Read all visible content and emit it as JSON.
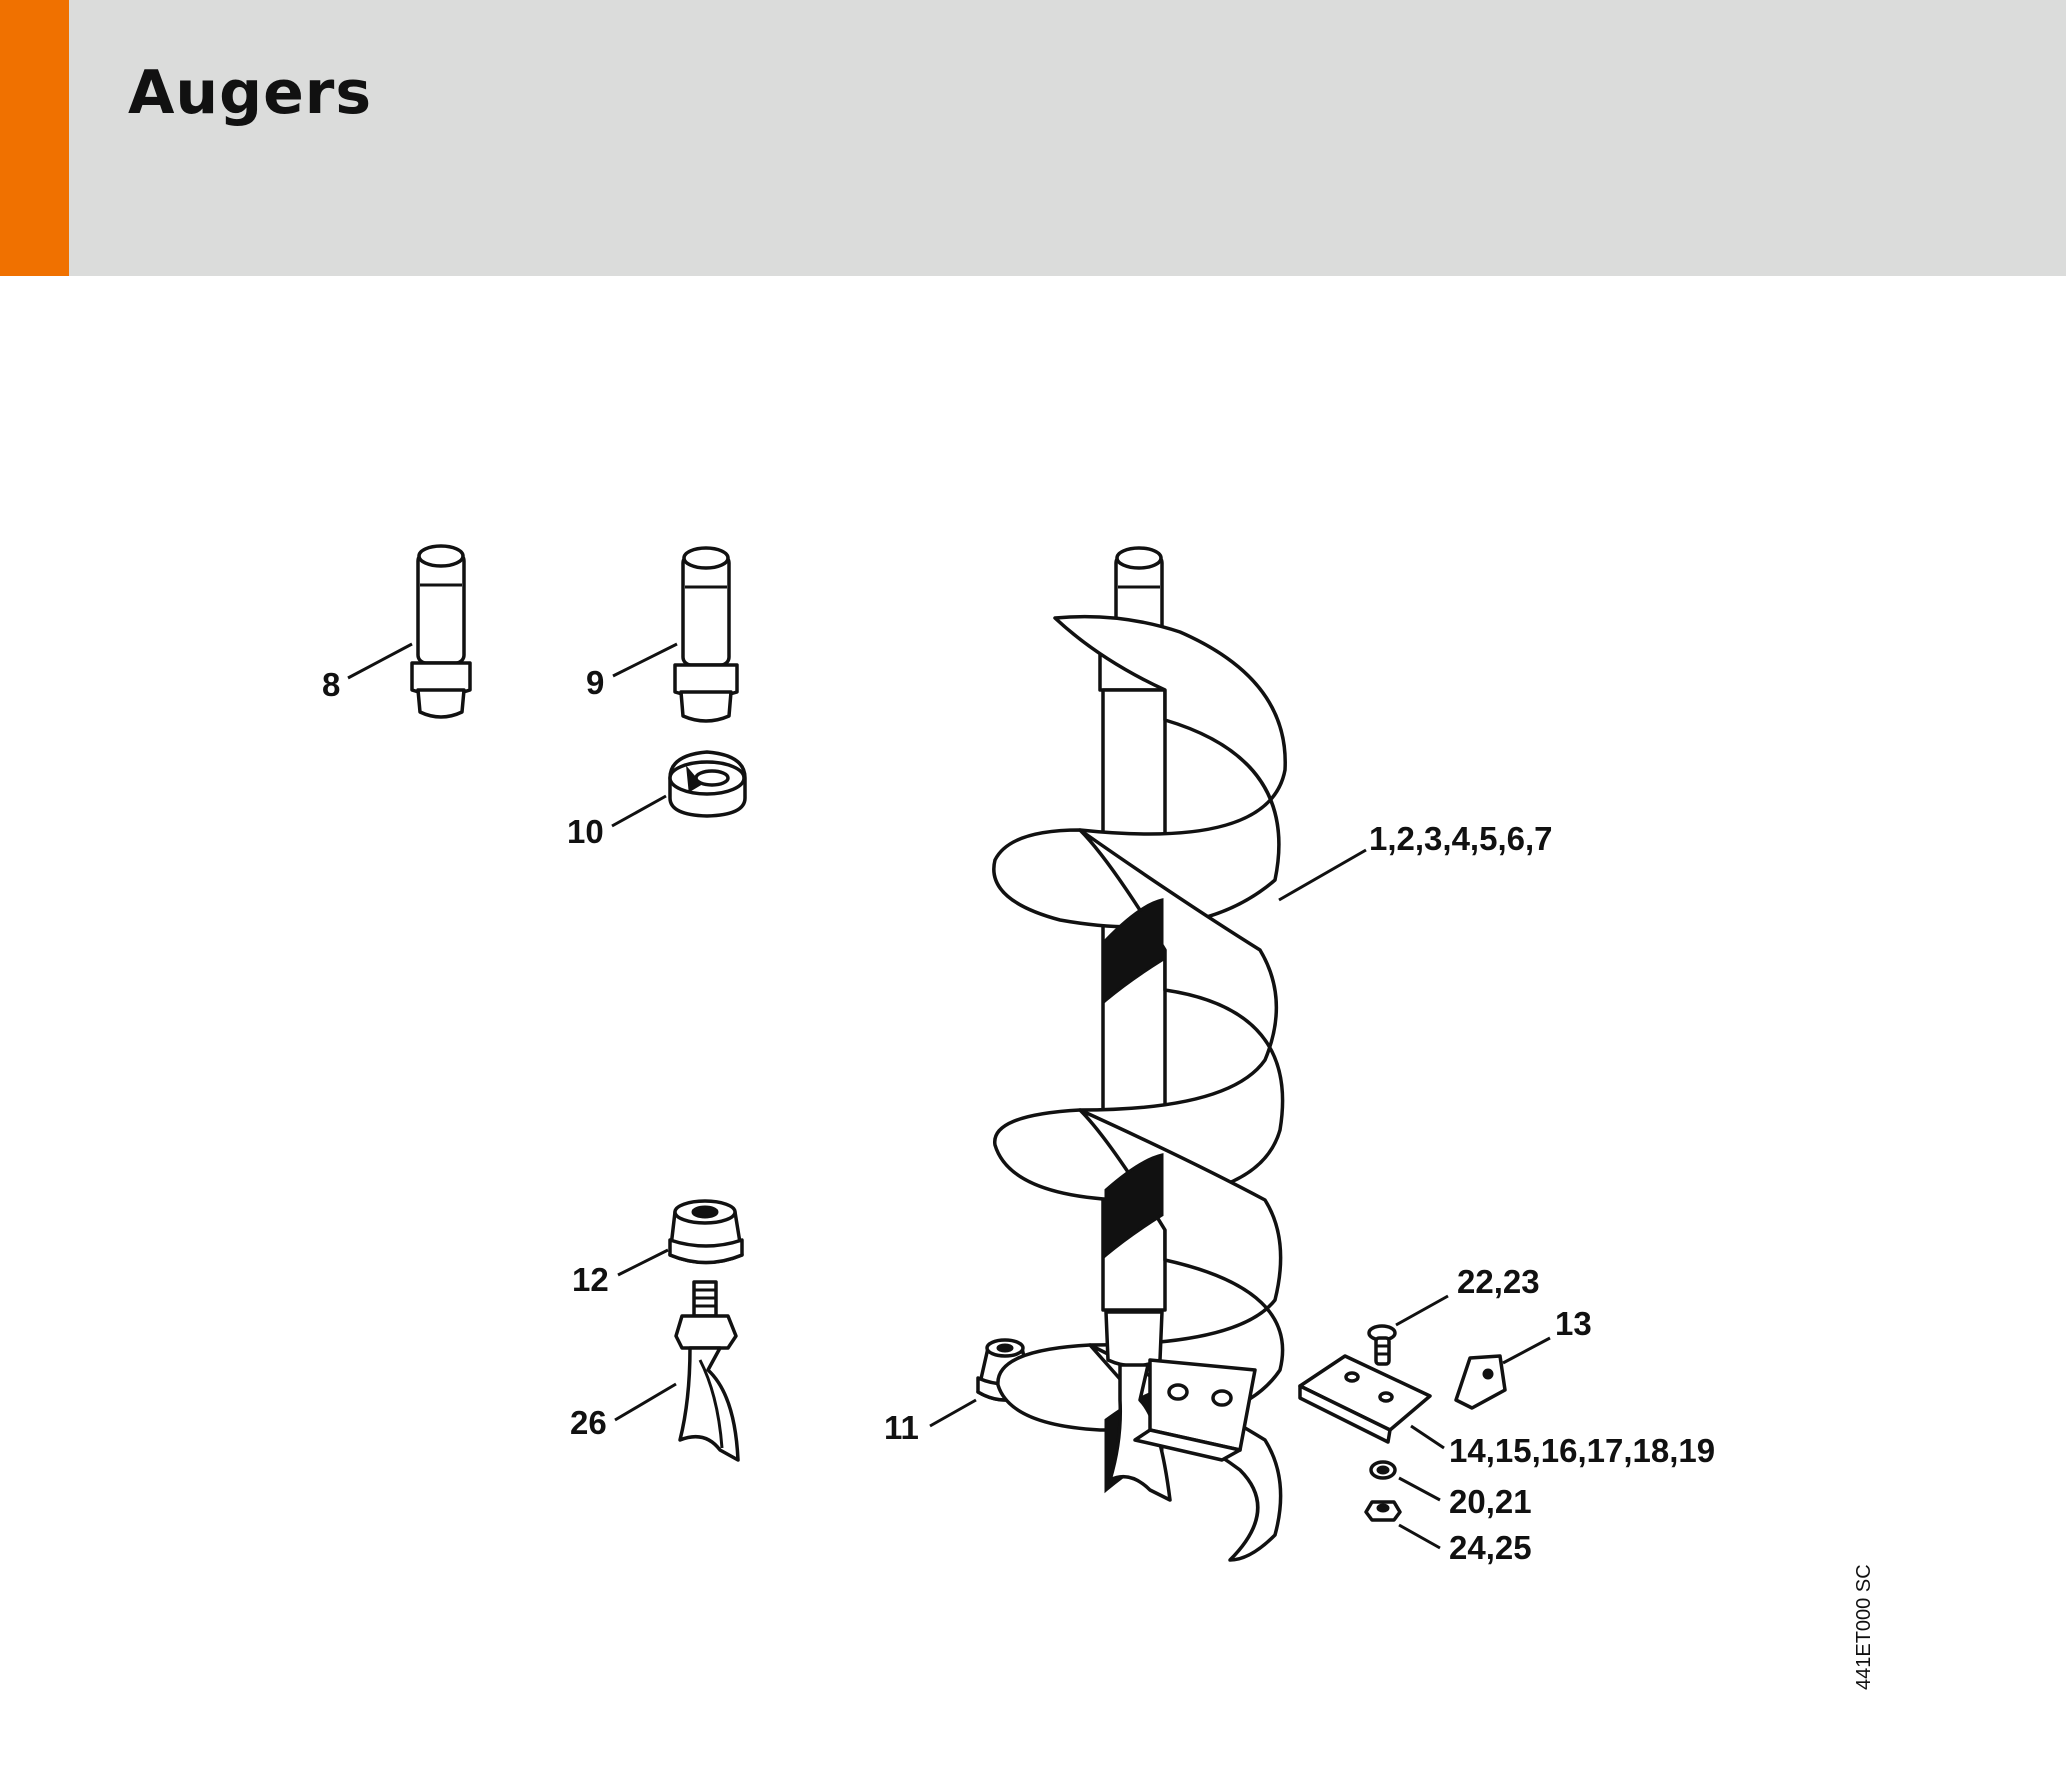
{
  "header": {
    "title": "Augers",
    "accent_color": "#f07100",
    "background_color": "#dbdcdb"
  },
  "diagram": {
    "callouts": [
      {
        "id": "c8",
        "label": "8"
      },
      {
        "id": "c9",
        "label": "9"
      },
      {
        "id": "c10",
        "label": "10"
      },
      {
        "id": "c1",
        "label": "1,2,3,4,5,6,7"
      },
      {
        "id": "c12",
        "label": "12"
      },
      {
        "id": "c26",
        "label": "26"
      },
      {
        "id": "c11",
        "label": "11"
      },
      {
        "id": "c22",
        "label": "22,23"
      },
      {
        "id": "c13",
        "label": "13"
      },
      {
        "id": "c14",
        "label": "14,15,16,17,18,19"
      },
      {
        "id": "c20",
        "label": "20,21"
      },
      {
        "id": "c24",
        "label": "24,25"
      }
    ],
    "reference_code": "441ET000 SC"
  }
}
